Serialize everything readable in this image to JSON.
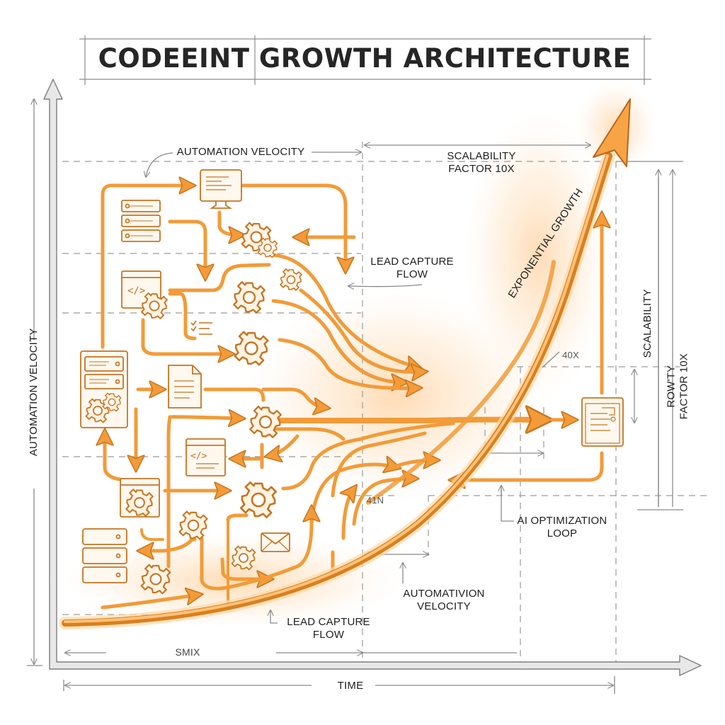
{
  "title": "CODEEINT GROWTH ARCHITECTURE",
  "axes": {
    "x_label": "TIME",
    "y_label": "AUTOMATION VELOCITY",
    "x_sub_span_label": "SMIX"
  },
  "labels": {
    "automation_velocity_top": "AUTOMATION VELOCITY",
    "scalability_top_line1": "SCALABILITY",
    "scalability_top_line2": "FACTOR 10X",
    "lead_capture_mid_line1": "LEAD CAPTURE",
    "lead_capture_mid_line2": "FLOW",
    "exponential_growth": "EXPONENTIAL GROWTH",
    "scalability_right": "SCALABILITY",
    "rowty_line1": "ROW'TY",
    "rowty_line2": "FACTOR 10X",
    "marker_40x": "40X",
    "marker_41n": "41N",
    "ai_loop_line1": "AI OPTIMIZATION",
    "ai_loop_line2": "LOOP",
    "automativion_line1": "AUTOMATIVION",
    "automativion_line2": "VELOCITY",
    "lead_capture_bottom_line1": "LEAD CAPTURE",
    "lead_capture_bottom_line2": "FLOW"
  },
  "nodes": [
    {
      "id": "monitor",
      "icon": "monitor-icon"
    },
    {
      "id": "server-rack-top",
      "icon": "server-rack-icon"
    },
    {
      "id": "gear-cluster-top",
      "icon": "gears-icon"
    },
    {
      "id": "code-window-top",
      "icon": "code-window-icon"
    },
    {
      "id": "checklist",
      "icon": "checklist-icon"
    },
    {
      "id": "server-tower",
      "icon": "server-tower-icon"
    },
    {
      "id": "document",
      "icon": "document-icon"
    },
    {
      "id": "code-window-mid",
      "icon": "code-window-icon"
    },
    {
      "id": "settings-window",
      "icon": "settings-window-icon"
    },
    {
      "id": "server-rack-bottom",
      "icon": "server-rack-icon"
    },
    {
      "id": "email",
      "icon": "envelope-icon"
    },
    {
      "id": "report-doc",
      "icon": "report-icon"
    }
  ],
  "colors": {
    "accent": "#f29b38",
    "accent_dark": "#c8741f",
    "glow": "#ffd6a8",
    "guide_line": "#9a9a9a",
    "axis": "#8c8c8c",
    "text": "#1e1e1e"
  }
}
